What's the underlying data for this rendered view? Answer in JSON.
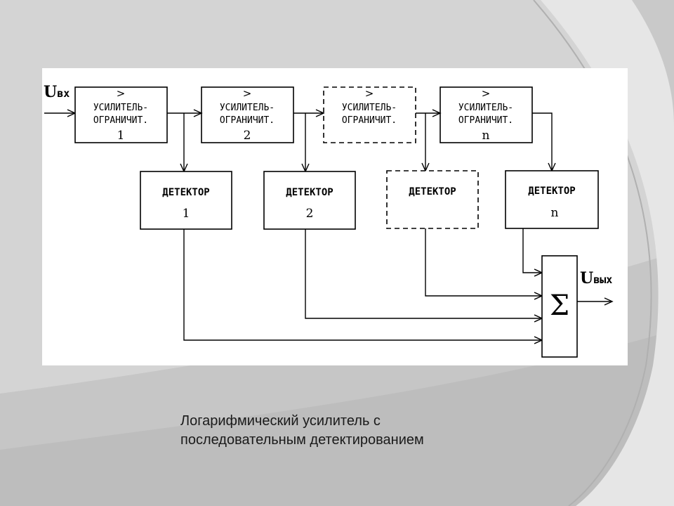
{
  "diagram": {
    "input_label": {
      "main": "U",
      "sub": "вх"
    },
    "output_label": {
      "main": "U",
      "sub": "вых"
    },
    "amp_symbol": ">",
    "amplifiers": [
      {
        "line1": "УСИЛИТЕЛЬ-",
        "line2": "ОГРАНИЧИТ.",
        "number": "1"
      },
      {
        "line1": "УСИЛИТЕЛЬ-",
        "line2": "ОГРАНИЧИТ.",
        "number": "2"
      },
      {
        "line1": "УСИЛИТЕЛЬ-",
        "line2": "ОГРАНИЧИТ.",
        "number": ""
      },
      {
        "line1": "УСИЛИТЕЛЬ-",
        "line2": "ОГРАНИЧИТ.",
        "number": "n"
      }
    ],
    "detectors": [
      {
        "label": "ДЕТЕКТОР",
        "number": "1"
      },
      {
        "label": "ДЕТЕКТОР",
        "number": "2"
      },
      {
        "label": "ДЕТЕКТОР",
        "number": ""
      },
      {
        "label": "ДЕТЕКТОР",
        "number": "n"
      }
    ],
    "summer_symbol": "Σ"
  },
  "caption": {
    "line1": "Логарифмический усилитель с",
    "line2": "последовательным детектированием"
  }
}
